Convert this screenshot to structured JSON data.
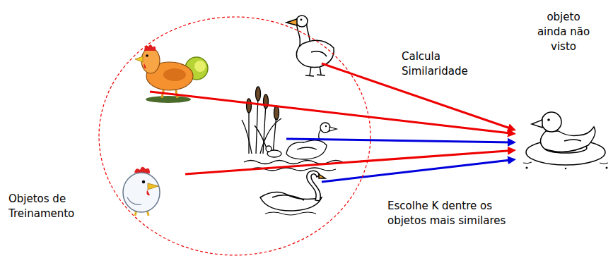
{
  "diagram": {
    "nodes": [
      {
        "text": [
          "Objetos de Treinamento"
        ]
      },
      {
        "text": [
          "objeto ainda não visto"
        ]
      }
    ],
    "edges": [
      {
        "from": 0,
        "to": 1,
        "arrow": "to"
      },
      {
        "from": 0,
        "to": 1,
        "arrow": "to"
      },
      {
        "from": 0,
        "to": 1,
        "arrow": "to"
      },
      {
        "from": 0,
        "to": 1,
        "arrow": "to"
      },
      {
        "from": 0,
        "to": 1,
        "arrow": "to"
      }
    ],
    "labels": [
      "Calcula Similaridade",
      "Escolhe K dentre os objetos mais similares"
    ]
  }
}
